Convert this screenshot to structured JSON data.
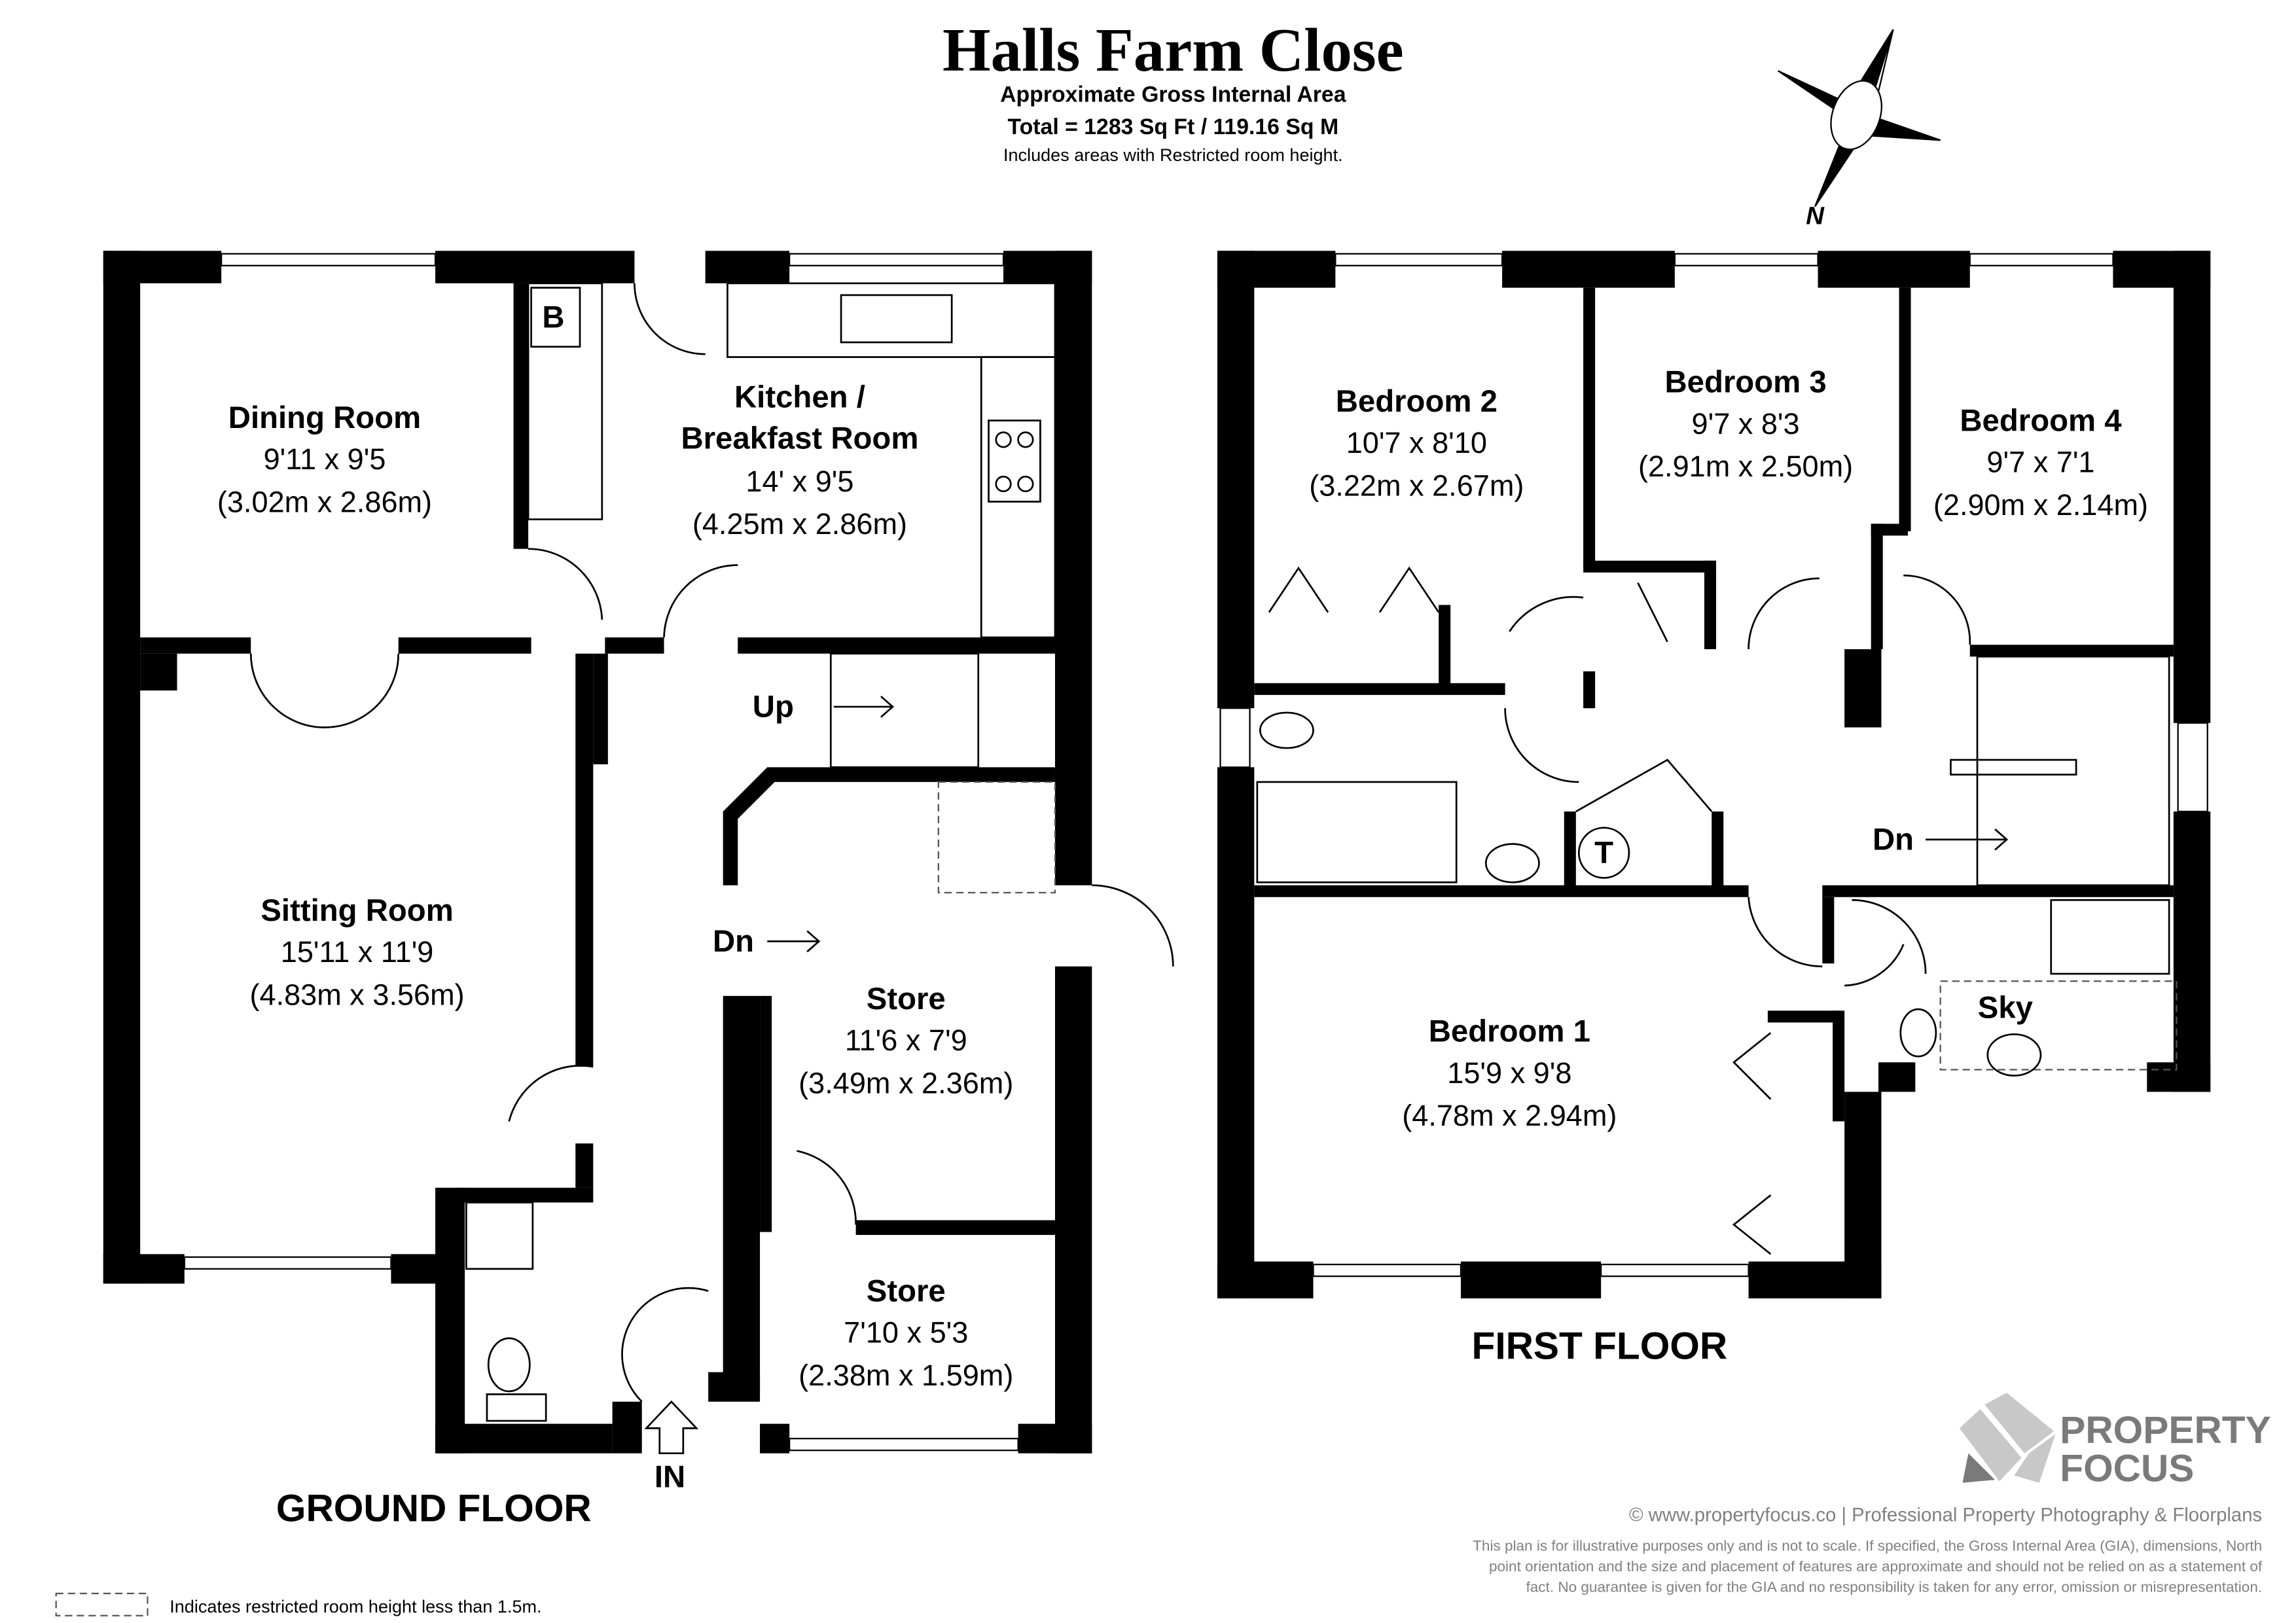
{
  "header": {
    "title": "Halls Farm Close",
    "subtitle": "Approximate Gross Internal Area",
    "total": "Total = 1283 Sq Ft / 119.16 Sq M",
    "note": "Includes areas with Restricted room height.",
    "compass_label": "N"
  },
  "ground_floor": {
    "label": "GROUND FLOOR",
    "rooms": [
      {
        "name": "Dining Room",
        "imperial": "9'11 x 9'5",
        "metric": "(3.02m x 2.86m)"
      },
      {
        "name1": "Kitchen /",
        "name2": "Breakfast Room",
        "imperial": "14' x 9'5",
        "metric": "(4.25m x 2.86m)"
      },
      {
        "name": "Sitting Room",
        "imperial": "15'11 x 11'9",
        "metric": "(4.83m x 3.56m)"
      },
      {
        "name": "Store",
        "imperial": "11'6 x 7'9",
        "metric": "(3.49m x 2.36m)"
      },
      {
        "name": "Store",
        "imperial": "7'10 x 5'3",
        "metric": "(2.38m x 1.59m)"
      }
    ],
    "markers": {
      "boiler": "B",
      "up": "Up",
      "down": "Dn",
      "entrance": "IN"
    }
  },
  "first_floor": {
    "label": "FIRST FLOOR",
    "rooms": [
      {
        "name": "Bedroom 2",
        "imperial": "10'7 x 8'10",
        "metric": "(3.22m x 2.67m)"
      },
      {
        "name": "Bedroom 3",
        "imperial": "9'7 x 8'3",
        "metric": "(2.91m x 2.50m)"
      },
      {
        "name": "Bedroom 4",
        "imperial": "9'7 x 7'1",
        "metric": "(2.90m x 2.14m)"
      },
      {
        "name": "Bedroom 1",
        "imperial": "15'9 x 9'8",
        "metric": "(4.78m x 2.94m)"
      }
    ],
    "markers": {
      "skylight": "Sky",
      "tank": "T",
      "down": "Dn"
    }
  },
  "legend": {
    "restricted": "Indicates restricted room height less than 1.5m."
  },
  "footer": {
    "brand1": "PROPERTY",
    "brand2": "FOCUS",
    "copyright": "© www.propertyfocus.co | Professional Property Photography & Floorplans",
    "disclaimer": [
      "This plan is for illustrative purposes only and is not to scale. If specified, the Gross Internal Area (GIA), dimensions, North",
      "point orientation and the size and placement of features are approximate and should not be relied on as a statement of",
      "fact. No guarantee is given for the GIA and no responsibility is taken for any error, omission or misrepresentation."
    ]
  },
  "colors": {
    "walls": "#000000",
    "footer_text": "#808080",
    "logo_light": "#c8c8c8",
    "logo_dark": "#7a7a7a"
  }
}
